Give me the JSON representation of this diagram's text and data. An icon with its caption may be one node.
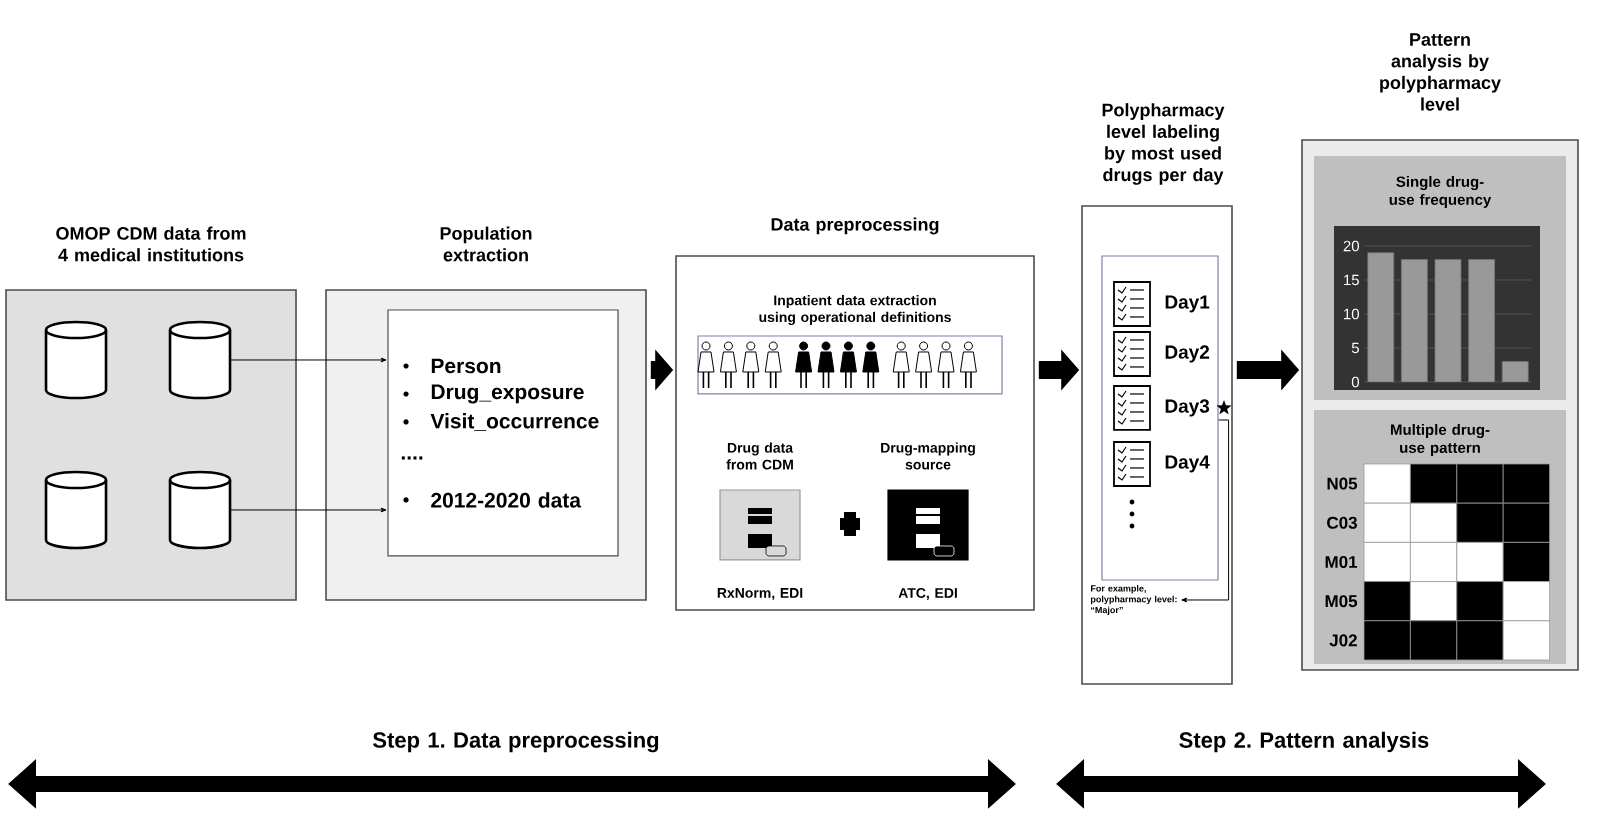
{
  "diagram": {
    "nodes": [
      {
        "text": [
          "OMOP CDM data from 4 medical institutions"
        ]
      },
      {
        "text": [],
        "shape": "cylinder",
        "in": 0
      },
      {
        "text": [],
        "shape": "cylinder",
        "in": 0
      },
      {
        "text": [],
        "shape": "cylinder",
        "in": 0
      },
      {
        "text": [],
        "shape": "cylinder",
        "in": 0
      },
      {
        "text": [
          "Population extraction"
        ]
      },
      {
        "text": [
          "Person",
          "Drug_exposure",
          "Visit_occurrence",
          "....",
          "2012-2020 data"
        ],
        "in": 5
      },
      {
        "text": [
          "Data preprocessing",
          "Inpatient data extraction using operational definitions"
        ]
      },
      {
        "text": [
          "Drug data from CDM",
          "RxNorm, EDI"
        ],
        "in": 7
      },
      {
        "text": [
          "Drug-mapping source",
          "ATC, EDI"
        ],
        "in": 7
      },
      {
        "text": [
          "Polypharmacy level labeling by most used drugs per day"
        ]
      },
      {
        "text": [
          "Day1",
          "Day2",
          "Day3",
          "Day4"
        ],
        "in": 10
      },
      {
        "text": [
          "For example, polypharmacy level: “Major”"
        ],
        "in": 10
      },
      {
        "text": [
          "Pattern analysis by polypharmacy level"
        ]
      },
      {
        "text": [
          "Single drug-use frequency"
        ],
        "in": 13
      },
      {
        "text": [
          "Multiple drug-use pattern"
        ],
        "in": 13
      }
    ],
    "edges": [
      {
        "from": 2,
        "to": 6,
        "arrow": "to"
      },
      {
        "from": 4,
        "to": 6,
        "arrow": "to"
      },
      {
        "from": 5,
        "to": 7,
        "arrow": "to",
        "style": "thick"
      },
      {
        "from": 7,
        "to": 10,
        "arrow": "to",
        "style": "thick"
      },
      {
        "from": 10,
        "to": 13,
        "arrow": "to",
        "style": "thick"
      },
      {
        "from": 11,
        "to": 12,
        "arrow": "to"
      }
    ],
    "labels": [
      "N05",
      "C03",
      "M01",
      "M05",
      "J02",
      "Step 1. Data preprocessing",
      "Step 2. Pattern analysis"
    ],
    "chart_data": {
      "type": "bar",
      "values": [
        19,
        18,
        18,
        18,
        3
      ],
      "ylim": [
        0,
        20
      ],
      "yticks": [
        0,
        5,
        10,
        15,
        20
      ],
      "grid": true
    }
  }
}
